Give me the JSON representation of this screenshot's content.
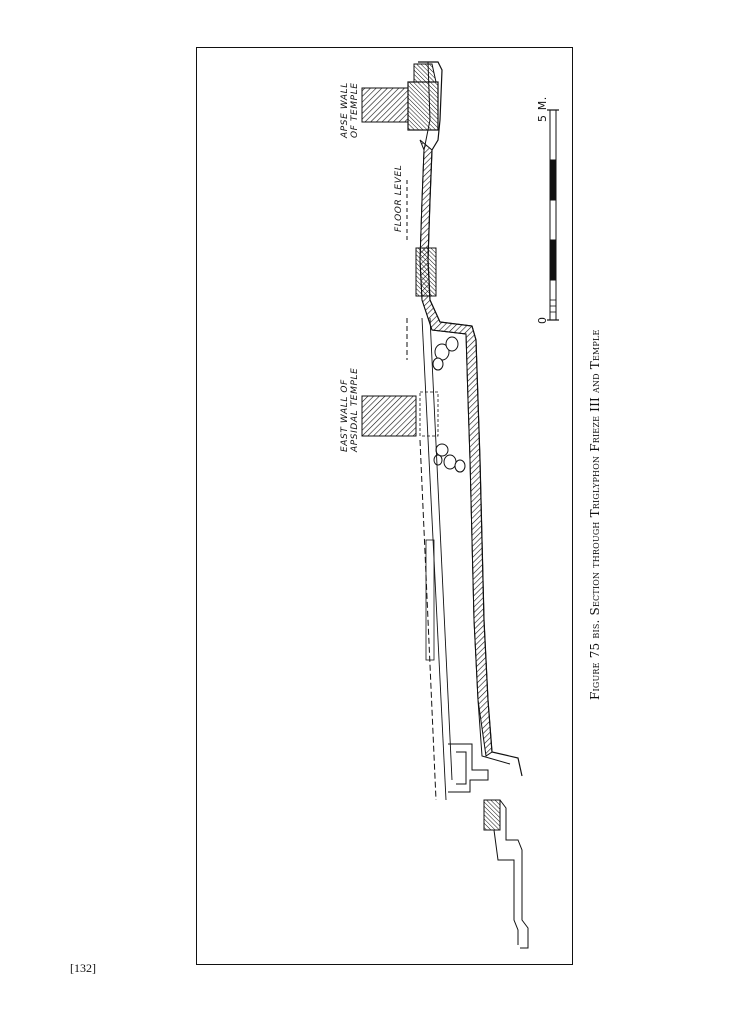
{
  "labels": {
    "apse_wall_line1": "APSE WALL",
    "apse_wall_line2": "OF TEMPLE",
    "floor_level": "FLOOR LEVEL",
    "east_wall_line1": "EAST WALL OF",
    "east_wall_line2": "APSIDAL TEMPLE"
  },
  "scale_bar": {
    "start": "0",
    "end": "5",
    "unit": "M."
  },
  "caption": "Figure 75 bis. Section through Triglyphon Frieze III and Temple",
  "page_number": "[132]",
  "colors": {
    "ink": "#111111",
    "paper": "#ffffff"
  }
}
